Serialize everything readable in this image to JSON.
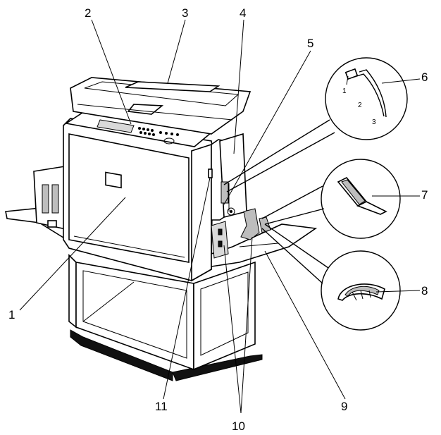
{
  "callouts": [
    "1",
    "2",
    "3",
    "4",
    "5",
    "6",
    "7",
    "8",
    "9",
    "10",
    "11"
  ],
  "detail_sublabels": [
    "1",
    "2",
    "3"
  ],
  "colors": {
    "line": "#000000",
    "background": "#ffffff",
    "shade": "#bdbdbd",
    "floor": "#111111"
  }
}
